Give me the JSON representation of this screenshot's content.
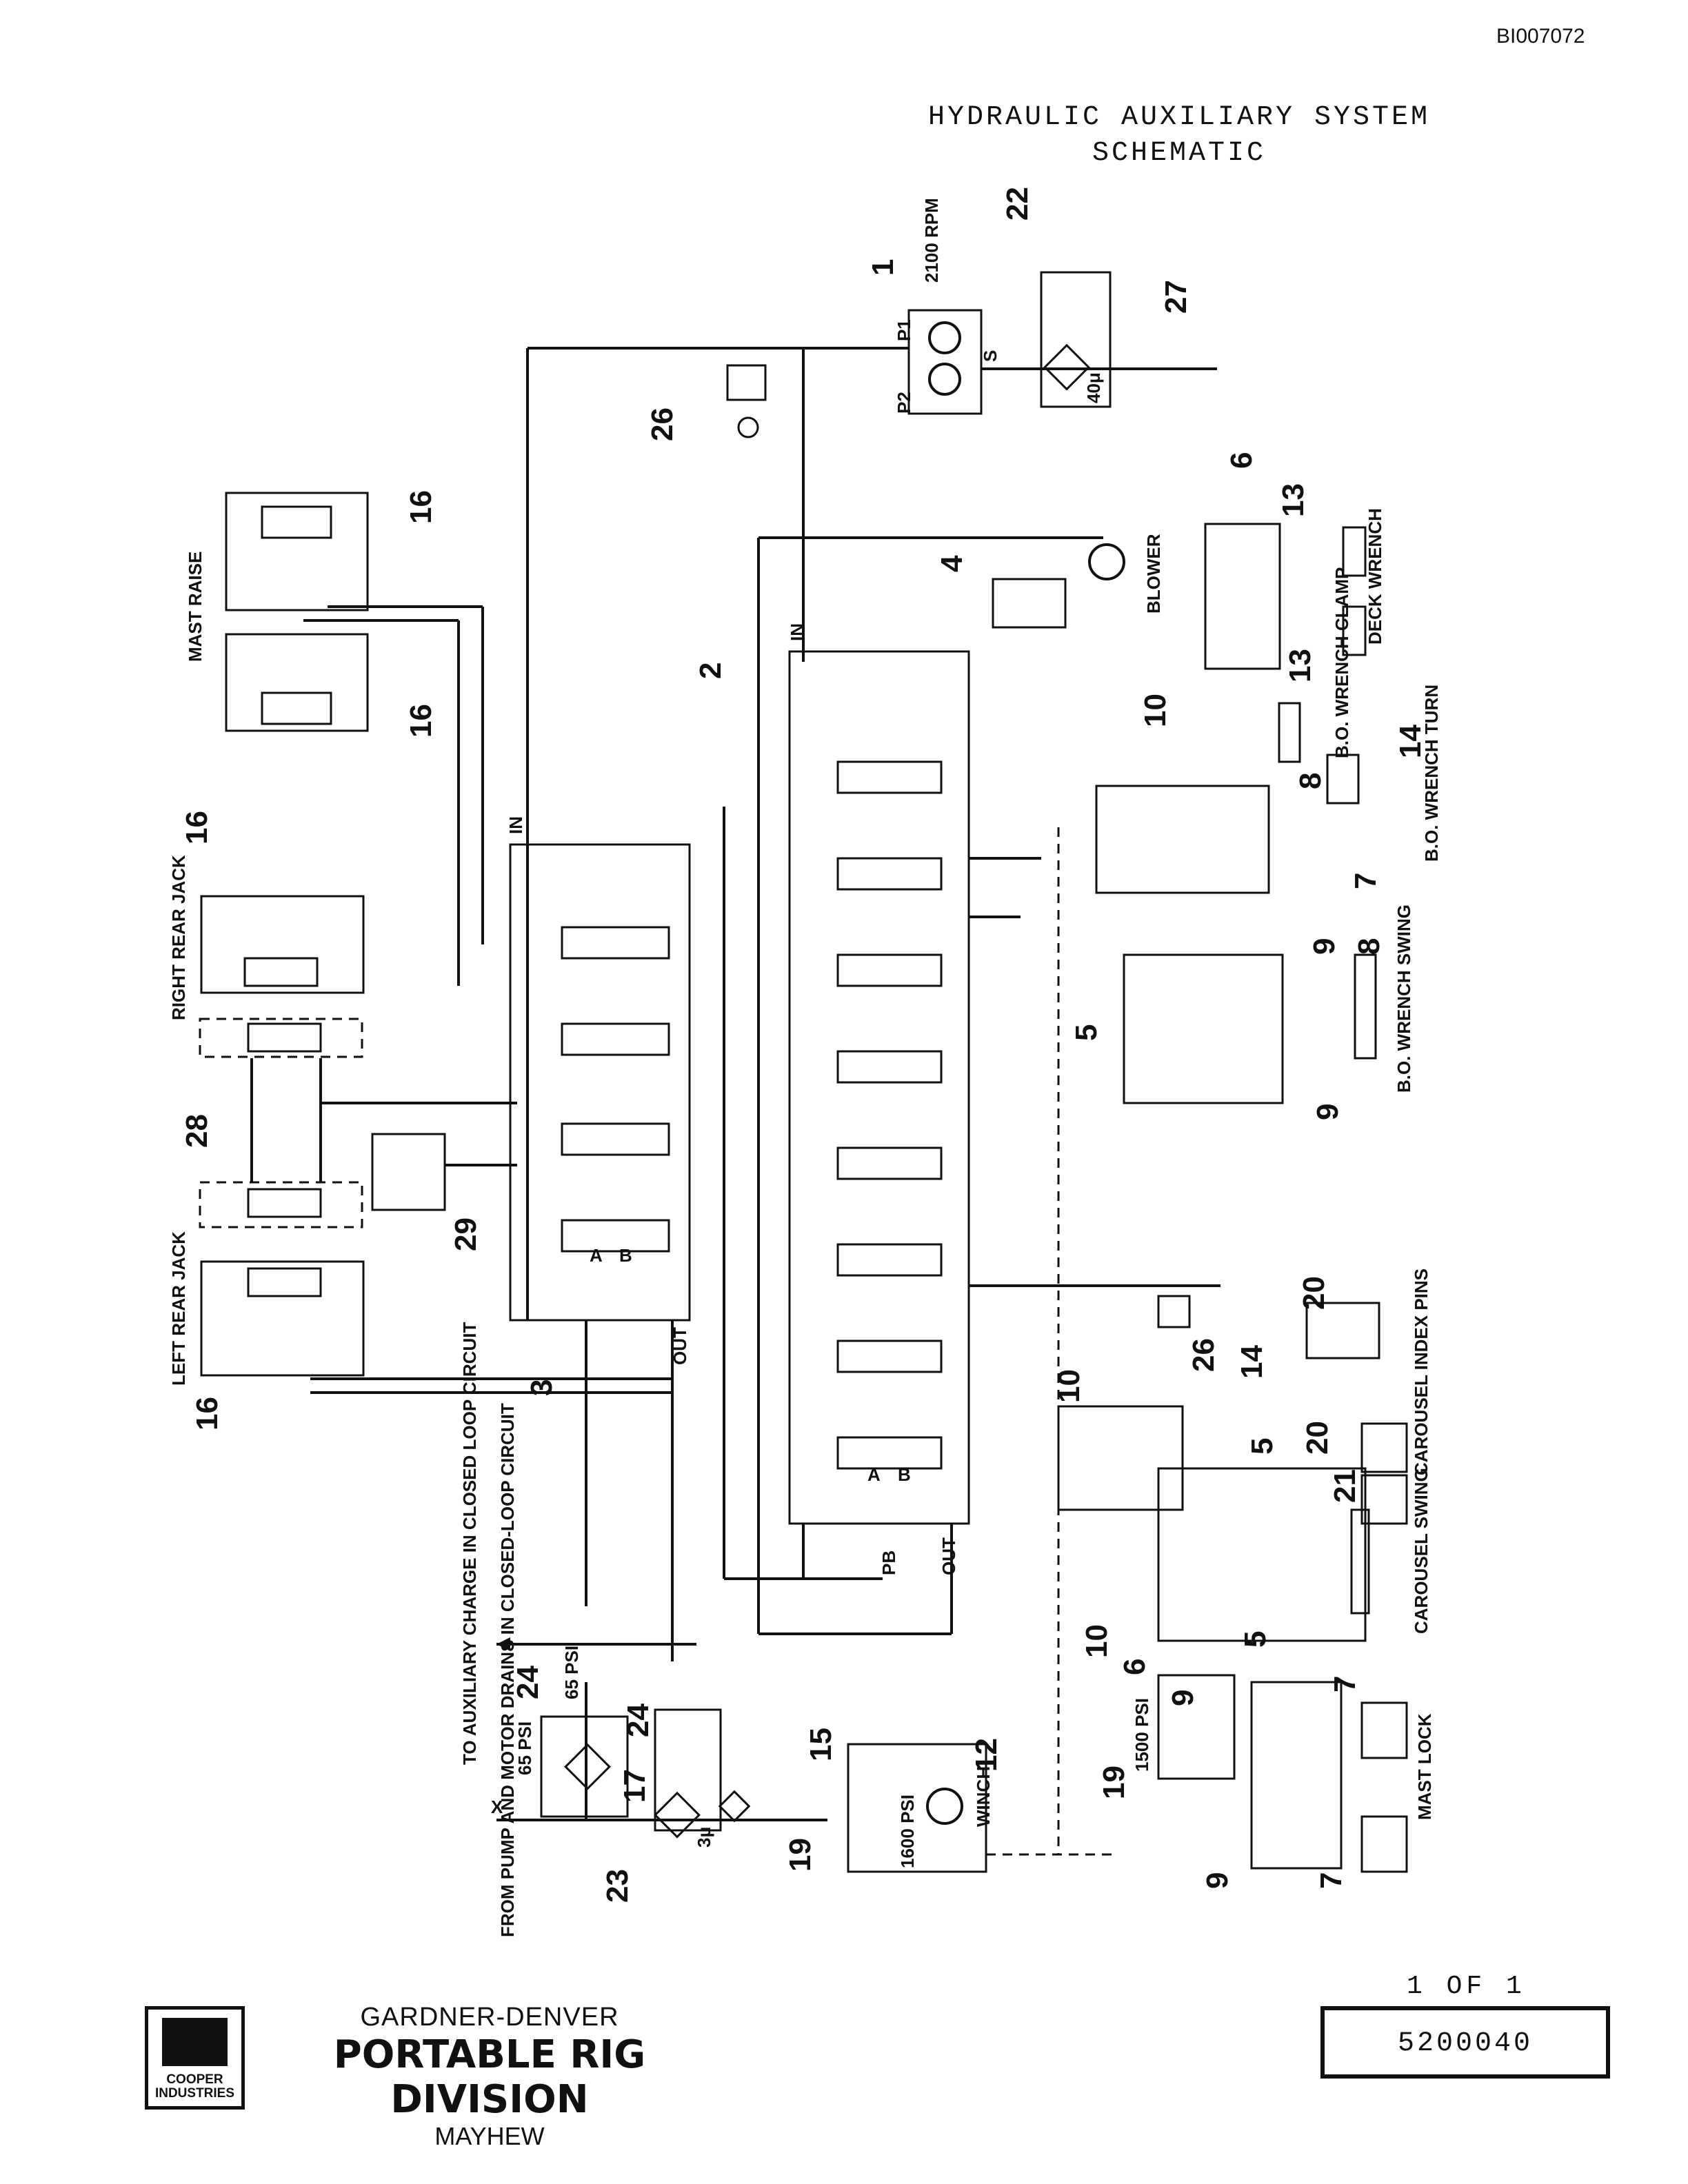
{
  "document_id": "BI007072",
  "title": {
    "line1": "HYDRAULIC AUXILIARY SYSTEM",
    "line2": "SCHEMATIC"
  },
  "component_labels": {
    "mast_raise": "MAST RAISE",
    "right_rear_jack": "RIGHT REAR JACK",
    "left_rear_jack": "LEFT REAR JACK",
    "blower": "BLOWER",
    "deck_wrench": "DECK WRENCH",
    "bo_wrench_clamp": "B.O. WRENCH CLAMP",
    "bo_wrench_turn": "B.O. WRENCH TURN",
    "bo_wrench_swing": "B.O. WRENCH SWING",
    "carousel_index_pins": "CAROUSEL INDEX PINS",
    "carousel_swing": "CAROUSEL SWING",
    "mast_lock": "MAST LOCK",
    "winch": "WINCH",
    "to_aux_charge": "TO AUXILIARY CHARGE IN CLOSED LOOP CIRCUIT",
    "from_pump_drains": "FROM PUMP AND MOTOR DRAINS IN CLOSED-LOOP CIRCUIT"
  },
  "port_labels": {
    "in": "IN",
    "out": "OUT",
    "pb": "PB",
    "a": "A",
    "b": "B",
    "p1": "P1",
    "p2": "P2",
    "s": "S",
    "x": "X"
  },
  "ratings": {
    "rpm": "2100 RPM",
    "psi_65": "65 PSI",
    "psi_1500": "1500 PSI",
    "psi_1600": "1600 PSI",
    "filter_3": "3μ",
    "filter_40": "40μ"
  },
  "callouts": [
    "1",
    "2",
    "3",
    "4",
    "5",
    "6",
    "7",
    "8",
    "9",
    "10",
    "12",
    "13",
    "14",
    "15",
    "16",
    "17",
    "19",
    "20",
    "21",
    "22",
    "23",
    "24",
    "26",
    "27",
    "28",
    "29"
  ],
  "footer": {
    "logo_text_1": "COOPER",
    "logo_text_2": "INDUSTRIES",
    "company": "GARDNER-DENVER",
    "division": "PORTABLE RIG DIVISION",
    "location": "MAYHEW",
    "sheet": "1 OF 1",
    "drawing_number": "5200040"
  }
}
